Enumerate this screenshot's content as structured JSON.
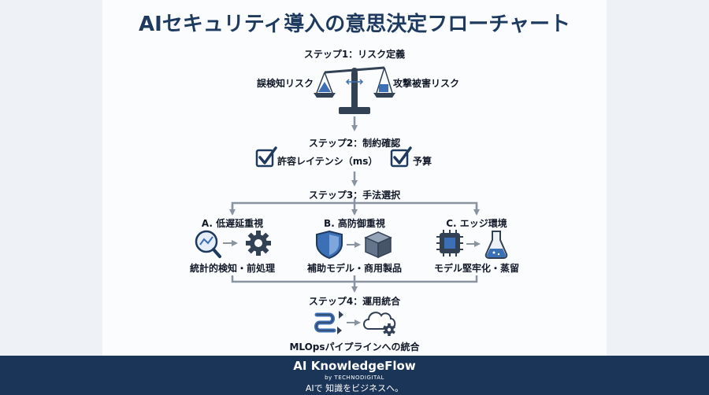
{
  "title": "AIセキュリティ導入の意思決定フローチャート",
  "steps": {
    "step1": "ステップ1：リスク定義",
    "step2": "ステップ2：制約確認",
    "step3": "ステップ3：手法選択",
    "step4": "ステップ4：運用統合"
  },
  "risks": {
    "left": "誤検知リスク",
    "right": "攻撃被害リスク"
  },
  "constraints": {
    "latency": "許容レイテンシ（ms）",
    "budget": "予算"
  },
  "methods": [
    {
      "title": "A. 低遅延重視",
      "desc": "統計的検知・前処理",
      "icons": [
        "chart-magnifier-icon",
        "gear-icon"
      ]
    },
    {
      "title": "B. 高防御重視",
      "desc": "補助モデル・商用製品",
      "icons": [
        "shield-icon",
        "box-icon"
      ]
    },
    {
      "title": "C. エッジ環境",
      "desc": "モデル堅牢化・蒸留",
      "icons": [
        "chip-icon",
        "flask-icon"
      ]
    }
  ],
  "integration": {
    "desc": "MLOpsパイプラインへの統合",
    "icons": [
      "pipeline-icon",
      "cloud-gear-icon"
    ]
  },
  "footer": {
    "brand": "AI KnowledgeFlow",
    "by": "by TECHNODIGITAL",
    "tagline": "AIで 知識をビジネスへ。"
  },
  "colors": {
    "navy": "#1b3558",
    "blue": "#3b6fb6",
    "gray": "#8a93a0"
  }
}
